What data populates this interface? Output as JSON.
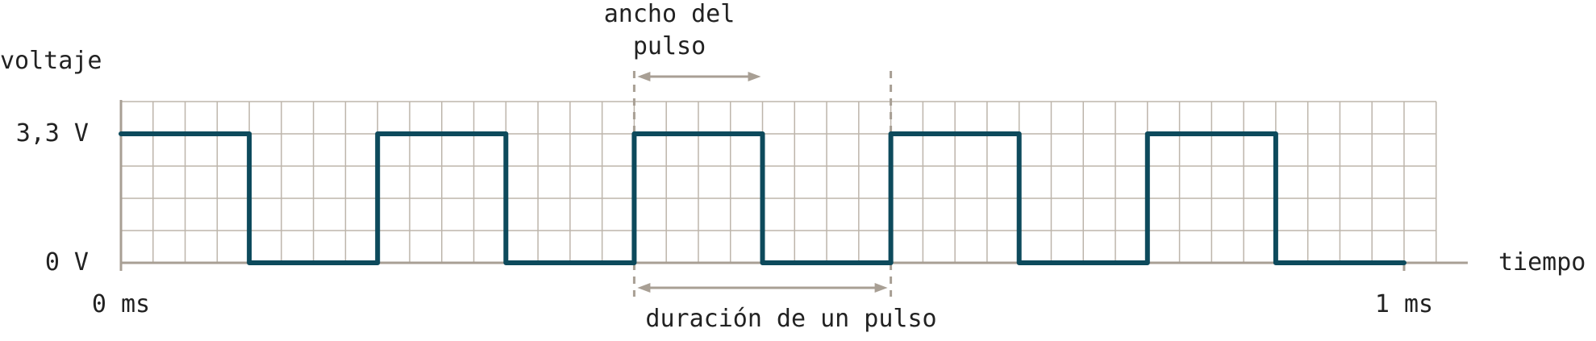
{
  "labels": {
    "y_axis": "voltaje",
    "x_axis": "tiempo",
    "y_high": "3,3 V",
    "y_low": "0 V",
    "x_start": "0 ms",
    "x_end": "1 ms",
    "pulse_width_line1": "ancho del",
    "pulse_width_line2": "pulso",
    "period": "duración de un pulso"
  },
  "colors": {
    "signal": "#0d4a5c",
    "grid": "#bdb5ab",
    "axis": "#a89f94",
    "annotation": "#a89f94",
    "text": "#222222"
  },
  "chart_data": {
    "type": "line",
    "title": "",
    "xlabel": "tiempo",
    "ylabel": "voltaje",
    "x_ticks": [
      "0 ms",
      "1 ms"
    ],
    "y_ticks": [
      "0 V",
      "3,3 V"
    ],
    "xlim": [
      0,
      1
    ],
    "ylim_labels": [
      "0 V",
      "3,3 V"
    ],
    "series": [
      {
        "x": [
          0,
          0.1,
          0.1,
          0.2,
          0.2,
          0.3,
          0.3,
          0.4,
          0.4,
          0.5,
          0.5,
          0.6,
          0.6,
          0.7,
          0.7,
          0.8,
          0.8,
          0.9,
          0.9,
          1.0
        ],
        "y": [
          3.3,
          3.3,
          0,
          0,
          3.3,
          3.3,
          0,
          0,
          3.3,
          3.3,
          0,
          0,
          3.3,
          3.3,
          0,
          0,
          3.3,
          3.3,
          0,
          0
        ]
      }
    ],
    "grid": true,
    "duty_cycle": 0.5,
    "period_ms": 0.2,
    "pulse_width_ms": 0.1
  }
}
